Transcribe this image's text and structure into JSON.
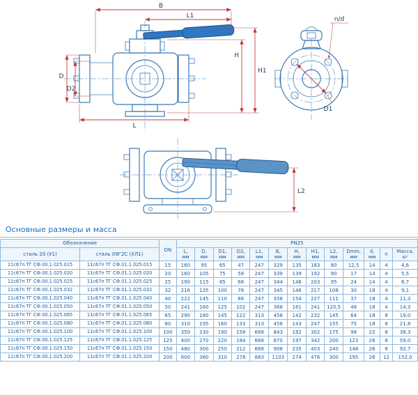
{
  "title": "Основные размеры и масса",
  "drawing": {
    "labels": {
      "B": "B",
      "L1": "L1",
      "H": "H",
      "H1": "H1",
      "D": "D",
      "D2": "D2",
      "L": "L",
      "L2": "L2",
      "D1": "D1",
      "nd": "n/d"
    }
  },
  "table": {
    "designation_header": "Обозначение",
    "col_steel20": "сталь 20 (У1)",
    "col_steel09": "сталь 09Г2С (ХЛ1)",
    "dn_header": "DN",
    "pn_header": "PN25",
    "columns": [
      {
        "label": "L,",
        "unit": "мм"
      },
      {
        "label": "D,",
        "unit": "мм"
      },
      {
        "label": "D1,",
        "unit": "мм"
      },
      {
        "label": "D2,",
        "unit": "мм"
      },
      {
        "label": "L1,",
        "unit": "мм"
      },
      {
        "label": "B,",
        "unit": "мм"
      },
      {
        "label": "H,",
        "unit": "мм"
      },
      {
        "label": "H1,",
        "unit": "мм"
      },
      {
        "label": "L2,",
        "unit": "мм"
      },
      {
        "label": "Dmin,",
        "unit": "мм"
      },
      {
        "label": "d,",
        "unit": "мм"
      },
      {
        "label": "n",
        "unit": ""
      },
      {
        "label": "Масса,",
        "unit": "кг"
      }
    ],
    "rows": [
      [
        "11с67п ТГ СФ.00.1.025.015",
        "11с67п ТГ СФ.01.1.025.015",
        "15",
        "160",
        "95",
        "65",
        "47",
        "247",
        "329",
        "135",
        "183",
        "80",
        "12,5",
        "14",
        "4",
        "4,6"
      ],
      [
        "11с67п ТГ СФ.00.1.025.020",
        "11с67п ТГ СФ.01.1.025.020",
        "20",
        "160",
        "105",
        "75",
        "58",
        "247",
        "339",
        "139",
        "192",
        "90",
        "17",
        "14",
        "4",
        "5,5"
      ],
      [
        "11с67п ТГ СФ.00.1.025.025",
        "11с67п ТГ СФ.01.1.025.025",
        "25",
        "190",
        "115",
        "85",
        "68",
        "247",
        "344",
        "146",
        "203",
        "95",
        "24",
        "14",
        "4",
        "6,7"
      ],
      [
        "11с67п ТГ СФ.00.1.025.032",
        "11с67п ТГ СФ.01.1.025.032",
        "32",
        "216",
        "135",
        "100",
        "78",
        "247",
        "345",
        "146",
        "217",
        "108",
        "30",
        "18",
        "4",
        "9,1"
      ],
      [
        "11с67п ТГ СФ.00.1.025.040",
        "11с67п ТГ СФ.01.1.025.040",
        "40",
        "222",
        "145",
        "110",
        "88",
        "247",
        "358",
        "154",
        "227",
        "111",
        "37",
        "18",
        "4",
        "11,3"
      ],
      [
        "11с67п ТГ СФ.00.1.025.050",
        "11с67п ТГ СФ.01.1.025.050",
        "50",
        "241",
        "160",
        "125",
        "102",
        "247",
        "368",
        "161",
        "241",
        "120,5",
        "48",
        "18",
        "4",
        "14,3"
      ],
      [
        "11с67п ТГ СФ.00.1.025.065",
        "11с67п ТГ СФ.01.1.025.065",
        "65",
        "290",
        "180",
        "145",
        "122",
        "313",
        "458",
        "142",
        "232",
        "145",
        "64",
        "18",
        "8",
        "19,0"
      ],
      [
        "11с67п ТГ СФ.00.1.025.080",
        "11с67п ТГ СФ.01.1.025.080",
        "80",
        "310",
        "195",
        "160",
        "133",
        "313",
        "458",
        "143",
        "247",
        "155",
        "75",
        "18",
        "8",
        "21,8"
      ],
      [
        "11с67п ТГ СФ.00.1.025.100",
        "11с67п ТГ СФ.01.1.025.100",
        "100",
        "350",
        "230",
        "190",
        "158",
        "668",
        "843",
        "182",
        "302",
        "175",
        "98",
        "22",
        "8",
        "38,3"
      ],
      [
        "11с67п ТГ СФ.00.1.025.125",
        "11с67п ТГ СФ.01.1.025.125",
        "125",
        "400",
        "270",
        "220",
        "184",
        "668",
        "870",
        "197",
        "342",
        "200",
        "123",
        "26",
        "8",
        "59,0"
      ],
      [
        "11с67п ТГ СФ.00.1.025.150",
        "11с67п ТГ СФ.01.1.025.150",
        "150",
        "480",
        "300",
        "250",
        "212",
        "668",
        "908",
        "235",
        "403",
        "240",
        "148",
        "26",
        "8",
        "92,7"
      ],
      [
        "11с67п ТГ СФ.00.1.025.200",
        "11с67п ТГ СФ.01.1.025.200",
        "200",
        "600",
        "360",
        "310",
        "278",
        "883",
        "1103",
        "274",
        "476",
        "300",
        "195",
        "26",
        "12",
        "152,0"
      ]
    ]
  }
}
